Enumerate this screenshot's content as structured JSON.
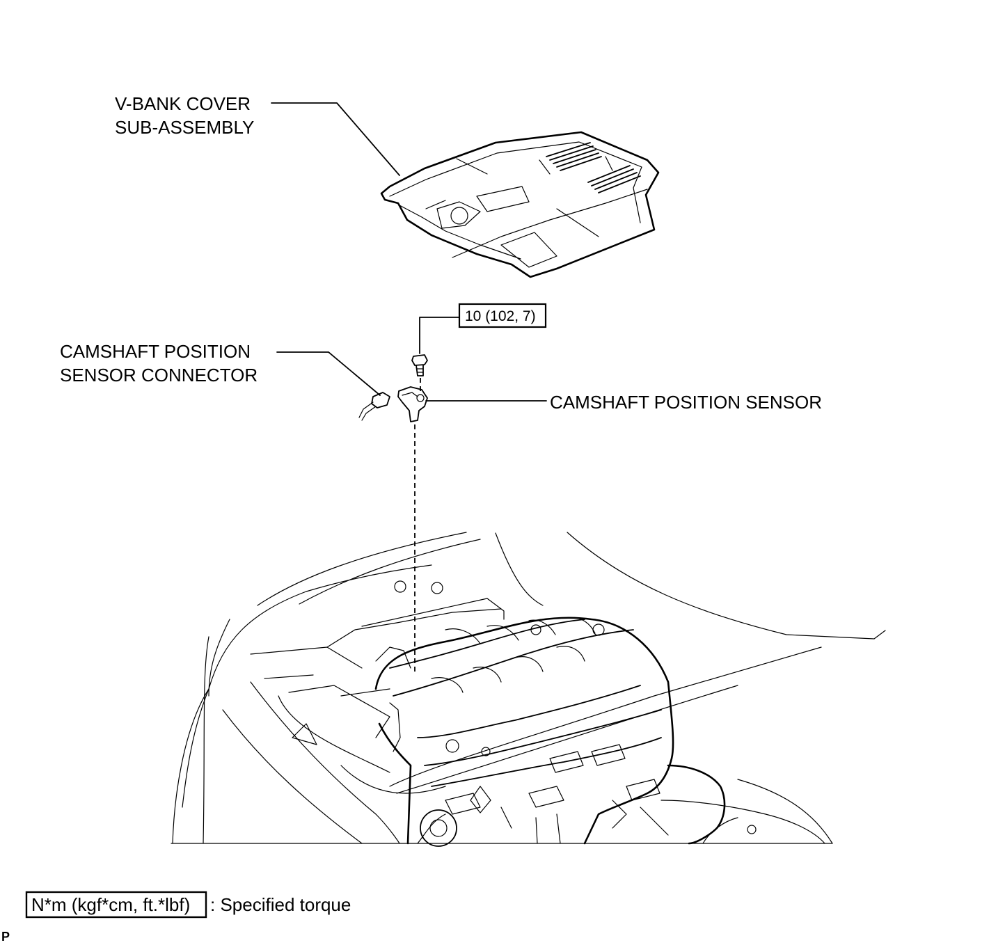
{
  "labels": {
    "vbank_line1": "V-BANK COVER",
    "vbank_line2": "SUB-ASSEMBLY",
    "connector_line1": "CAMSHAFT POSITION",
    "connector_line2": "SENSOR CONNECTOR",
    "sensor": "CAMSHAFT POSITION SENSOR",
    "torque_value": "10 (102, 7)"
  },
  "legend": {
    "unit_box": "N*m (kgf*cm, ft.*lbf)",
    "description": ": Specified torque"
  },
  "corner_mark": "P"
}
